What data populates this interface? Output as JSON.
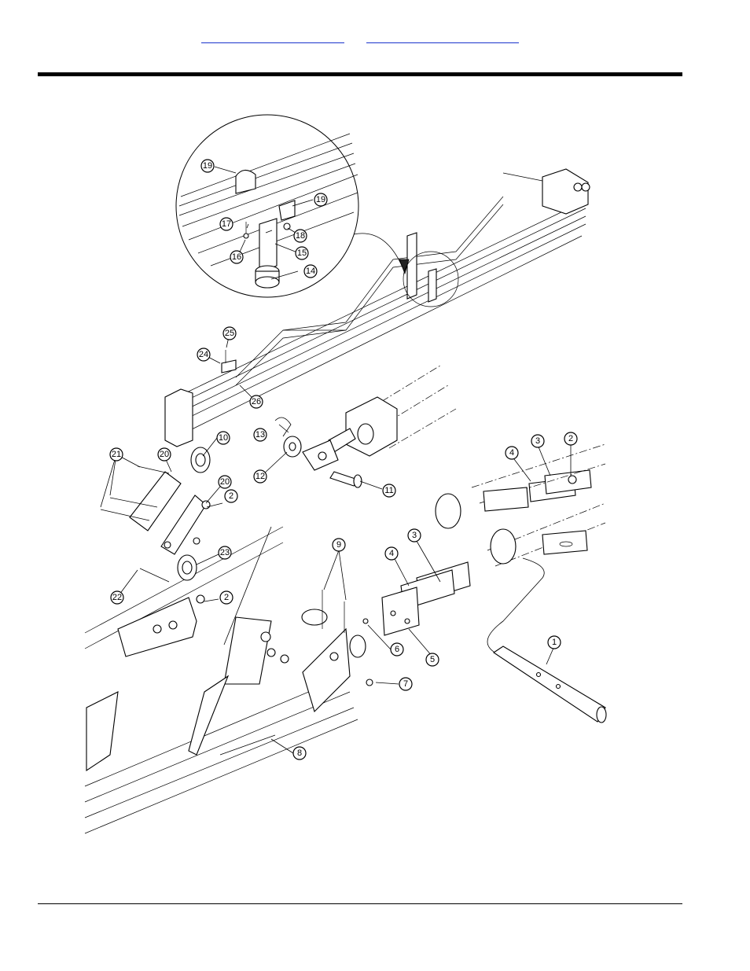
{
  "header": {
    "link_a": "",
    "link_b": ""
  },
  "callouts": [
    {
      "id": "c1",
      "label": "1"
    },
    {
      "id": "c2a",
      "label": "2"
    },
    {
      "id": "c2b",
      "label": "2"
    },
    {
      "id": "c2c",
      "label": "2"
    },
    {
      "id": "c3a",
      "label": "3"
    },
    {
      "id": "c3b",
      "label": "3"
    },
    {
      "id": "c4a",
      "label": "4"
    },
    {
      "id": "c4b",
      "label": "4"
    },
    {
      "id": "c5",
      "label": "5"
    },
    {
      "id": "c6",
      "label": "6"
    },
    {
      "id": "c7",
      "label": "7"
    },
    {
      "id": "c8",
      "label": "8"
    },
    {
      "id": "c9",
      "label": "9"
    },
    {
      "id": "c10",
      "label": "10"
    },
    {
      "id": "c11",
      "label": "11"
    },
    {
      "id": "c12",
      "label": "12"
    },
    {
      "id": "c13",
      "label": "13"
    },
    {
      "id": "c14",
      "label": "14"
    },
    {
      "id": "c15",
      "label": "15"
    },
    {
      "id": "c16",
      "label": "16"
    },
    {
      "id": "c17",
      "label": "17"
    },
    {
      "id": "c18",
      "label": "18"
    },
    {
      "id": "c19a",
      "label": "19"
    },
    {
      "id": "c19b",
      "label": "19"
    },
    {
      "id": "c20a",
      "label": "20"
    },
    {
      "id": "c20b",
      "label": "20"
    },
    {
      "id": "c21",
      "label": "21"
    },
    {
      "id": "c22",
      "label": "22"
    },
    {
      "id": "c23",
      "label": "23"
    },
    {
      "id": "c24",
      "label": "24"
    },
    {
      "id": "c25",
      "label": "25"
    },
    {
      "id": "c26",
      "label": "26"
    }
  ]
}
